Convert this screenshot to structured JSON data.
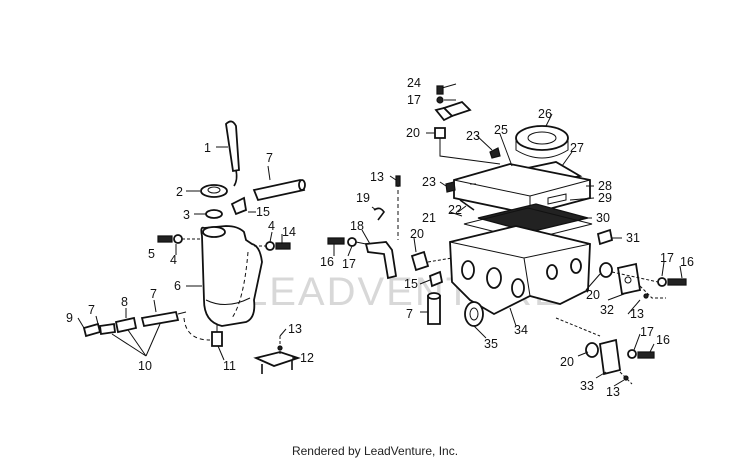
{
  "footer_text": "Rendered by LeadVenture, Inc.",
  "watermark_text": "LEADVENTURE",
  "callouts": {
    "c1": "1",
    "c2": "2",
    "c3": "3",
    "c4a": "4",
    "c4b": "4",
    "c5": "5",
    "c6": "6",
    "c7a": "7",
    "c7b": "7",
    "c7c": "7",
    "c7d": "7",
    "c8": "8",
    "c9": "9",
    "c10": "10",
    "c11": "11",
    "c12": "12",
    "c13a": "13",
    "c13b": "13",
    "c13c": "13",
    "c13d": "13",
    "c14": "14",
    "c15a": "15",
    "c15b": "15",
    "c16a": "16",
    "c16b": "16",
    "c16c": "16",
    "c17a": "17",
    "c17b": "17",
    "c17c": "17",
    "c17d": "17",
    "c18": "18",
    "c19": "19",
    "c20a": "20",
    "c20b": "20",
    "c20c": "20",
    "c20d": "20",
    "c21": "21",
    "c22": "22",
    "c23a": "23",
    "c23b": "23",
    "c24": "24",
    "c25": "25",
    "c26": "26",
    "c27": "27",
    "c28": "28",
    "c29": "29",
    "c30": "30",
    "c31": "31",
    "c32": "32",
    "c33": "33",
    "c34": "34",
    "c35": "35"
  }
}
